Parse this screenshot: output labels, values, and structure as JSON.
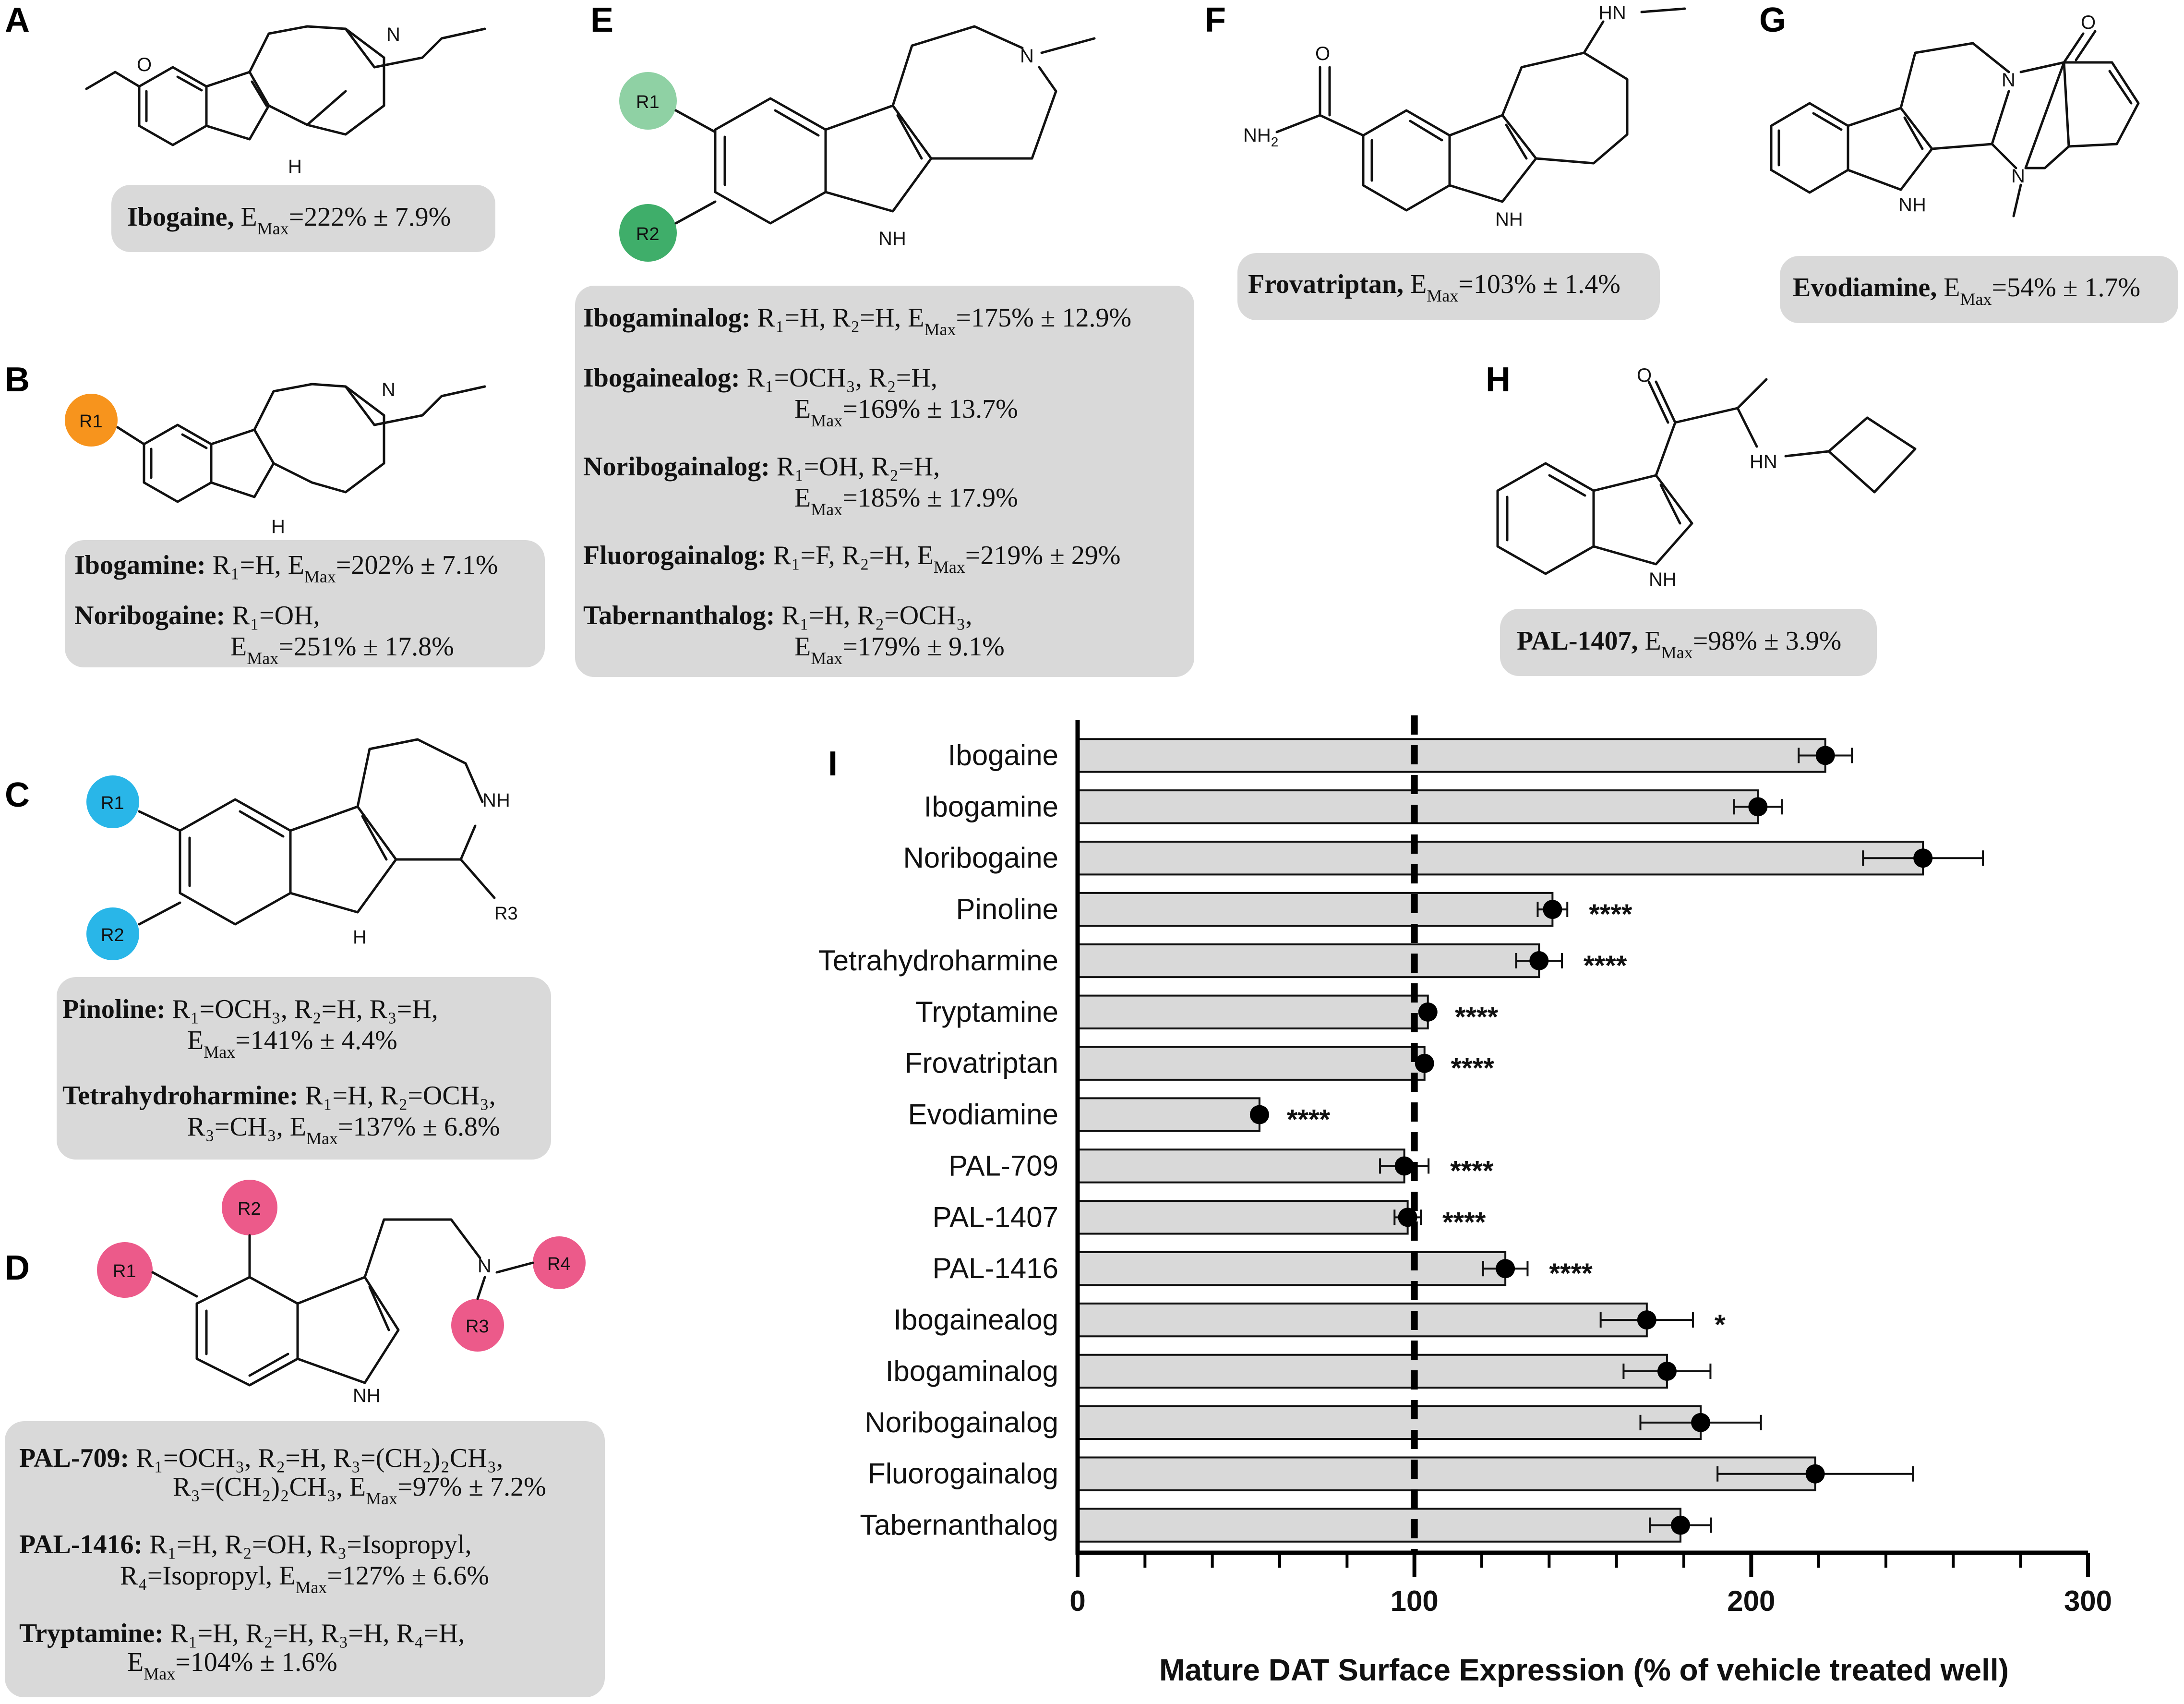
{
  "panels": {
    "A": {
      "letter": "A",
      "name": "Ibogaine,",
      "emax": "=222% ± 7.9%"
    },
    "B": {
      "letter": "B",
      "r1": "R1",
      "l1_name": "Ibogamine:",
      "l1_text": " R₁=H, E",
      "l1_val": "=202% ± 7.1%",
      "l2_name": "Noribogaine:",
      "l2_text": " R₁=OH,",
      "l2_val": "=251% ± 17.8%"
    },
    "C": {
      "letter": "C",
      "r1": "R1",
      "r2": "R2",
      "r3": "R3",
      "nh": "NH",
      "hn": "H",
      "l1_name": "Pinoline:",
      "l1_text": " R₁=OCH₃, R₂=H, R₃=H,",
      "l1_val": "=141% ± 4.4%",
      "l2_name": "Tetrahydroharmine:",
      "l2_text": " R₁=H, R₂=OCH₃,",
      "l2_text2": "R₃=CH₃, E",
      "l2_val": "=137% ± 6.8%"
    },
    "D": {
      "letter": "D",
      "r1": "R1",
      "r2": "R2",
      "r3": "R3",
      "r4": "R4",
      "n": "N",
      "l1_name": "PAL-709:",
      "l1_text": " R₁=OCH₃, R₂=H, R₃=(CH₂)₂CH₃,",
      "l1_text2": "R₃=(CH₂)₂CH₃, E",
      "l1_val": "=97% ± 7.2%",
      "l2_name": "PAL-1416:",
      "l2_text": " R₁=H, R₂=OH, R₃=Isopropyl,",
      "l2_text2": "R₄=Isopropyl, E",
      "l2_val": "=127% ± 6.6%",
      "l3_name": "Tryptamine:",
      "l3_text": " R₁=H, R₂=H, R₃=H, R₄=H,",
      "l3_val": "=104% ± 1.6%"
    },
    "E": {
      "letter": "E",
      "r1": "R1",
      "r2": "R2",
      "n": "N",
      "l1_name": "Ibogaminalog:",
      "l1_text": " R₁=H, R₂=H, E",
      "l1_val": "=175% ± 12.9%",
      "l2_name": "Ibogainealog:",
      "l2_text": " R₁=OCH₃, R₂=H,",
      "l2_val": "=169% ± 13.7%",
      "l3_name": "Noribogainalog:",
      "l3_text": " R₁=OH, R₂=H,",
      "l3_val": "=185% ± 17.9%",
      "l4_name": "Fluorogainalog:",
      "l4_text": " R₁=F, R₂=H, E",
      "l4_val": "=219% ± 29%",
      "l5_name": "Tabernanthalog:",
      "l5_text": " R₁=H, R₂=OCH₃,",
      "l5_val": "=179% ± 9.1%"
    },
    "F": {
      "letter": "F",
      "name": "Frovatriptan,",
      "emax": "=103% ± 1.4%",
      "hn": "HN",
      "nh2": "NH",
      "o": "O"
    },
    "G": {
      "letter": "G",
      "name": "Evodiamine,",
      "emax": "=54% ± 1.7%",
      "o": "O",
      "n": "N"
    },
    "H": {
      "letter": "H",
      "name": "PAL-1407,",
      "emax": "=98% ± 3.9%",
      "o": "O",
      "hn": "HN"
    },
    "I": {
      "letter": "I"
    }
  },
  "common": {
    "e": "E",
    "max": "Max",
    "nh": "NH",
    "h": "H",
    "n": "N",
    "two": "2"
  },
  "chart_data": {
    "type": "bar",
    "orientation": "horizontal",
    "categories": [
      "Ibogaine",
      "Ibogamine",
      "Noribogaine",
      "Pinoline",
      "Tetrahydroharmine",
      "Tryptamine",
      "Frovatriptan",
      "Evodiamine",
      "PAL-709",
      "PAL-1407",
      "PAL-1416",
      "Ibogainealog",
      "Ibogaminalog",
      "Noribogainalog",
      "Fluorogainalog",
      "Tabernanthalog"
    ],
    "values": [
      222,
      202,
      251,
      141,
      137,
      104,
      103,
      54,
      97,
      98,
      127,
      169,
      175,
      185,
      219,
      179
    ],
    "errors": [
      7.9,
      7.1,
      17.8,
      4.4,
      6.8,
      1.6,
      1.4,
      1.7,
      7.2,
      3.9,
      6.6,
      13.7,
      12.9,
      17.9,
      29,
      9.1
    ],
    "significance": [
      "",
      "",
      "",
      "****",
      "****",
      "****",
      "****",
      "****",
      "****",
      "****",
      "****",
      "*",
      "",
      "",
      "",
      ""
    ],
    "xlabel": "Mature DAT Surface Expression  (% of vehicle treated well)",
    "xlim": [
      0,
      300
    ],
    "xticks": [
      0,
      100,
      200,
      300
    ],
    "reference_line": 100
  }
}
